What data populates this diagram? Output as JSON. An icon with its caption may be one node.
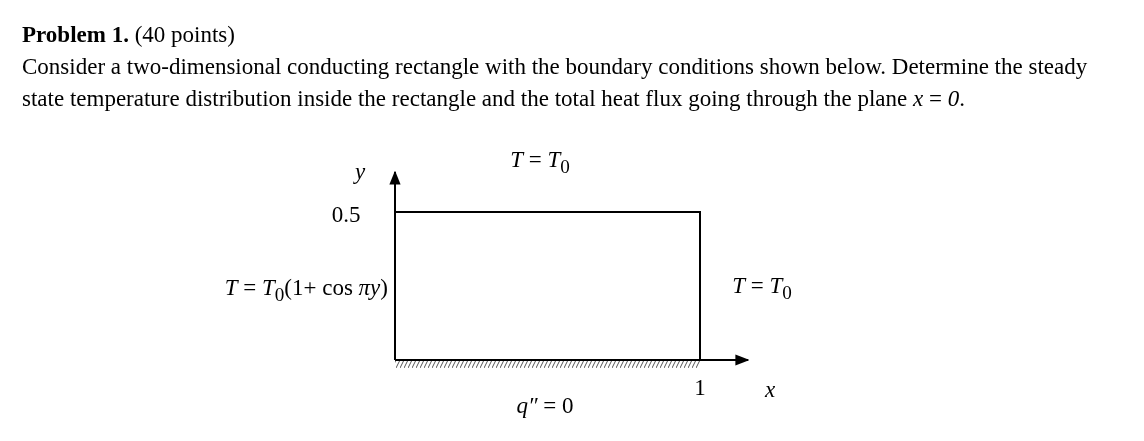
{
  "diagram": {
    "title": "**Problem 1.** (40 points)",
    "labels": [
      "Consider a two-dimensional conducting rectangle with the boundary conditions shown below. Determine the steady state temperature distribution inside the rectangle and the total heat flux going through the plane *x* = *0*.",
      "*y*",
      "*T* = *T*$_{0}$",
      "0.5",
      "*T* = *T*$_{0}$(1+ cos *πy*)",
      "*T* = *T*$_{0}$",
      "1",
      "*x*",
      "*q″* = 0"
    ]
  }
}
